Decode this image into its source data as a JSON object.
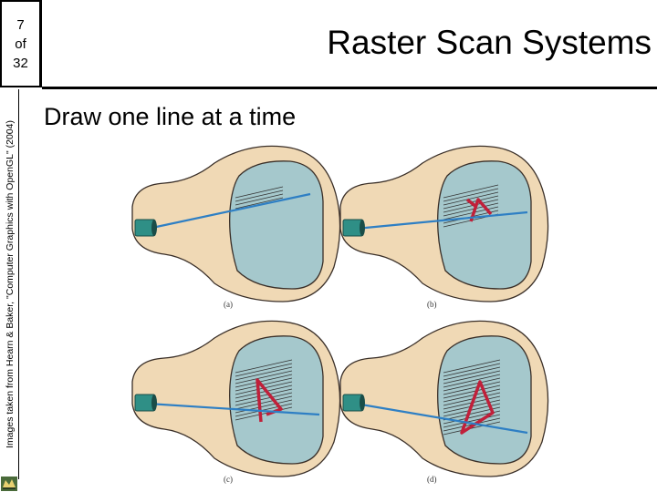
{
  "slide": {
    "counter": {
      "current": "7",
      "of_label": "of",
      "total": "32"
    },
    "title": "Raster Scan Systems",
    "subtitle": "Draw one line at a time",
    "side_credit": "Images taken from Hearn & Baker, \"Computer Graphics with OpenGL\" (2004)"
  },
  "figure": {
    "panels": [
      {
        "label": "(a)"
      },
      {
        "label": "(b)"
      },
      {
        "label": "(c)"
      },
      {
        "label": "(d)"
      }
    ]
  },
  "colors": {
    "tube_body": "#f0d9b5",
    "tube_outline": "#3a2f28",
    "screen": "#a5c8cc",
    "electron_gun": "#2f8f86",
    "beam": "#2e7fc4",
    "triangle": "#c0203a"
  }
}
